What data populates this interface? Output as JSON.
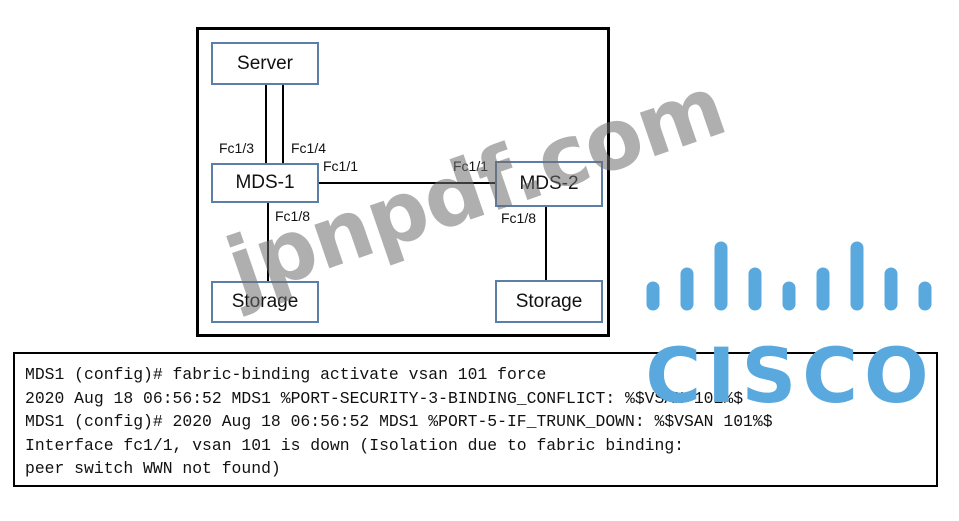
{
  "diagram": {
    "nodes": {
      "server": "Server",
      "mds1": "MDS-1",
      "mds2": "MDS-2",
      "storage1": "Storage",
      "storage2": "Storage"
    },
    "ports": {
      "mds1_fc13": "Fc1/3",
      "mds1_fc14": "Fc1/4",
      "mds1_fc11": "Fc1/1",
      "mds2_fc11": "Fc1/1",
      "mds1_fc18": "Fc1/8",
      "mds2_fc18": "Fc1/8"
    },
    "line_color": "#000000",
    "node_border_color": "#5b7fa6"
  },
  "terminal": {
    "lines": [
      "MDS1 (config)# fabric-binding activate vsan 101 force",
      "2020 Aug 18 06:56:52 MDS1 %PORT-SECURITY-3-BINDING_CONFLICT: %$VSAN 101%$",
      "MDS1 (config)# 2020 Aug 18 06:56:52 MDS1 %PORT-5-IF_TRUNK_DOWN: %$VSAN 101%$",
      "Interface fc1/1, vsan 101 is down (Isolation due to fabric binding:",
      "peer switch WWN not found)"
    ]
  },
  "watermark": {
    "text": "jpnpdf.com",
    "color": "#6e6e6e"
  },
  "logo": {
    "text": "CISCO",
    "color": "#5aa9de"
  }
}
